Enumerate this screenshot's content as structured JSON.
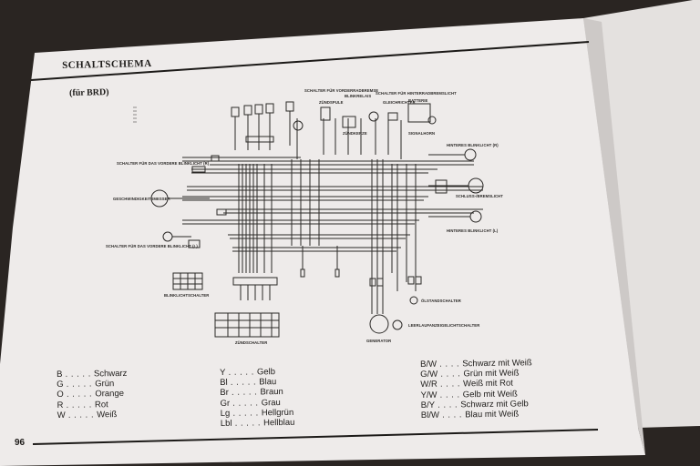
{
  "page": {
    "section_title": "SCHALTSCHEMA",
    "variant": "(für BRD)",
    "page_number": "96"
  },
  "diagram_labels": {
    "schalter_vorn_rechts": "SCHALTER FÜR DAS VORDERE BLINKLICHT (R)",
    "schalter_vorn_links": "SCHALTER FÜR DAS VORDERE BLINKLICHT (L)",
    "geschwindigkeitsmesser": "GESCHWINDIGKEITSMESSER",
    "blinklichtschalter": "BLINKLICHTSCHALTER",
    "zuendschalter": "ZÜNDSCHALTER",
    "generator": "GENERATOR",
    "oelstandschalter": "ÖLSTANDSCHALTER",
    "leerlauf": "LEERLAUFANZEIGELICHTSCHALTER",
    "hinteres_rechts": "HINTERES BLINKLICHT (R)",
    "schluss": "SCHLUSS-/BREMSLICHT",
    "hinteres_links": "HINTERES BLINKLICHT (L)",
    "zuendspule": "ZÜNDSPULE",
    "blinkrelais": "BLINKRELAIS",
    "schalter_hinterradbremse": "SCHALTER FÜR HINTERRADBREMSLICHT",
    "gleichrichter": "GLEICHRICHTER",
    "schalter_vorderradbremse": "SCHALTER FÜR VORDERRADBREMSE",
    "batterie": "BATTERIE",
    "signalhorn": "SIGNALHORN",
    "zuendkerze": "ZÜNDKERZE"
  },
  "color_codes": {
    "column1": [
      {
        "code": "B",
        "name": "Schwarz"
      },
      {
        "code": "G",
        "name": "Grün"
      },
      {
        "code": "O",
        "name": "Orange"
      },
      {
        "code": "R",
        "name": "Rot"
      },
      {
        "code": "W",
        "name": "Weiß"
      }
    ],
    "column2": [
      {
        "code": "Y",
        "name": "Gelb"
      },
      {
        "code": "Bl",
        "name": "Blau"
      },
      {
        "code": "Br",
        "name": "Braun"
      },
      {
        "code": "Gr",
        "name": "Grau"
      },
      {
        "code": "Lg",
        "name": "Hellgrün"
      },
      {
        "code": "Lbl",
        "name": "Hellblau"
      }
    ],
    "column3": [
      {
        "code": "B/W",
        "name": "Schwarz mit Weiß"
      },
      {
        "code": "G/W",
        "name": "Grün mit Weiß"
      },
      {
        "code": "W/R",
        "name": "Weiß mit Rot"
      },
      {
        "code": "Y/W",
        "name": "Gelb mit Weiß"
      },
      {
        "code": "B/Y",
        "name": "Schwarz mit Gelb"
      },
      {
        "code": "Bl/W",
        "name": "Blau mit Weiß"
      }
    ]
  },
  "colors": {
    "paper": "#eeecec",
    "paper_shadow": "#d6d3d2",
    "ink": "#1c1a18",
    "background": "#2a2522"
  }
}
